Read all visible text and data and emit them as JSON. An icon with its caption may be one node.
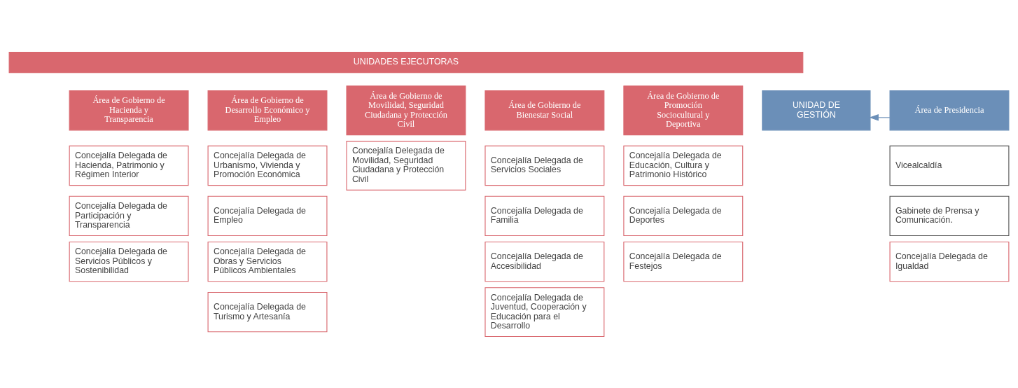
{
  "diagram": {
    "nodes": [
      {
        "text": [
          "UNIDADES EJECUTORAS"
        ]
      },
      {
        "text": [
          "UNIDAD DE GESTIÓN"
        ]
      },
      {
        "text": [
          "Área de Presidencia"
        ]
      },
      {
        "text": [
          "Vicealcaldía"
        ]
      },
      {
        "text": [
          "Gabinete de Prensa y Comunicación."
        ]
      },
      {
        "text": [
          "Concejalía Delegada de Igualdad"
        ]
      },
      {
        "text": [
          "Área de Gobierno de Hacienda y Transparencia"
        ]
      },
      {
        "text": [
          "Concejalía Delegada de Hacienda, Patrimonio y Régimen Interior"
        ]
      },
      {
        "text": [
          "Concejalía Delegada de Participación y Transparencia"
        ]
      },
      {
        "text": [
          "Concejalía Delegada de Servicios Públicos y Sostenibilidad"
        ]
      },
      {
        "text": [
          "Área de Gobierno de Desarrollo Económico y Empleo"
        ]
      },
      {
        "text": [
          "Concejalía Delegada de Urbanismo, Vivienda y Promoción Económica"
        ]
      },
      {
        "text": [
          "Concejalía Delegada de Empleo"
        ]
      },
      {
        "text": [
          "Concejalía Delegada de Obras y Servicios Públicos Ambientales"
        ]
      },
      {
        "text": [
          "Concejalía Delegada de Turismo y Artesanía"
        ]
      },
      {
        "text": [
          "Área de Gobierno de Movilidad, Seguridad Ciudadana y Protección Civil"
        ]
      },
      {
        "text": [
          "Concejalía Delegada de Movilidad, Seguridad Ciudadana y Protección Civil"
        ]
      },
      {
        "text": [
          "Área de Gobierno de Bienestar Social"
        ]
      },
      {
        "text": [
          "Concejalía Delegada de Servicios Sociales"
        ]
      },
      {
        "text": [
          "Concejalía Delegada de Familia"
        ]
      },
      {
        "text": [
          "Concejalía Delegada de Accesibilidad"
        ]
      },
      {
        "text": [
          "Concejalía Delegada de Juventud, Cooperación y Educación para el Desarrollo"
        ]
      },
      {
        "text": [
          "Área de Gobierno de Promoción Sociocultural y Deportiva"
        ]
      },
      {
        "text": [
          "Concejalía Delegada de Educación, Cultura y Patrimonio Histórico"
        ]
      },
      {
        "text": [
          "Concejalía Delegada de Deportes"
        ]
      },
      {
        "text": [
          "Concejalía Delegada de Festejos"
        ]
      }
    ],
    "edges": [
      {
        "from": 2,
        "to": 1,
        "arrow": "to",
        "color": "#6b8fb8"
      }
    ]
  }
}
